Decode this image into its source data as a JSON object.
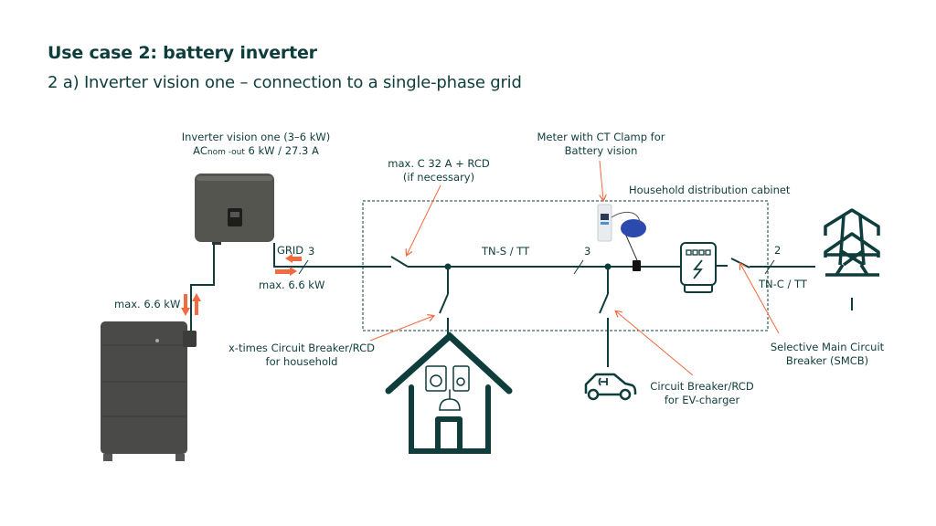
{
  "header": {
    "title": "Use case 2: battery inverter",
    "subtitle": "2 a) Inverter vision one – connection to a single-phase grid"
  },
  "labels": {
    "inverter_line1": "Inverter vision one (3–6 kW)",
    "inverter_line2_prefix": "AC",
    "inverter_line2_sub": "nom -out",
    "inverter_line2_suffix": " 6 kW / 27.3 A",
    "breaker_top_line1": "max. C 32 A + RCD",
    "breaker_top_line2": "(if necessary)",
    "meter_line1": "Meter with CT Clamp for",
    "meter_line2": "Battery vision",
    "cabinet": "Household distribution cabinet",
    "grid": "GRID",
    "grid_wires": "3",
    "grid_power": "max. 6.6 kW",
    "battery_power": "max. 6.6 kW",
    "tns_tt": "TN-S / TT",
    "tns_wires": "3",
    "tnc_wires": "2",
    "tnc_tt": "TN-C / TT",
    "household_breaker_line1": "x-times Circuit Breaker/RCD",
    "household_breaker_line2": "for household",
    "ev_breaker_line1": "Circuit Breaker/RCD",
    "ev_breaker_line2": "for EV-charger",
    "smcb_line1": "Selective Main Circuit",
    "smcb_line2": "Breaker (SMCB)"
  },
  "colors": {
    "line": "#0e3d3c",
    "arrow": "#f26a3f",
    "device": "#4a4a48"
  },
  "components": [
    {
      "name": "inverter",
      "icon": "inverter-icon"
    },
    {
      "name": "battery",
      "icon": "battery-storage-icon"
    },
    {
      "name": "meter",
      "icon": "energy-meter-icon"
    },
    {
      "name": "ct-clamp",
      "icon": "ct-clamp-icon"
    },
    {
      "name": "grid-meter",
      "icon": "electricity-meter-icon"
    },
    {
      "name": "pylon",
      "icon": "power-pylon-icon"
    },
    {
      "name": "house",
      "icon": "house-icon"
    },
    {
      "name": "ev",
      "icon": "electric-car-icon"
    }
  ]
}
